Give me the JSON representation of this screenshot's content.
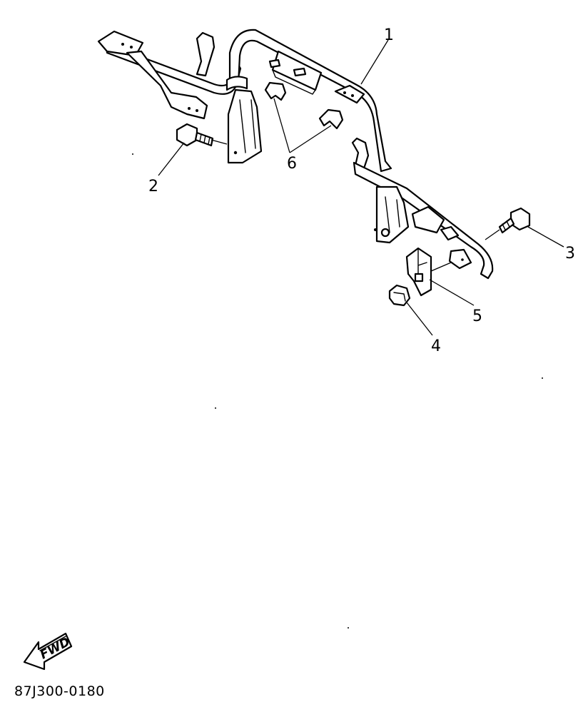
{
  "callouts": {
    "c1": "1",
    "c2": "2",
    "c3": "3",
    "c4": "4",
    "c5": "5",
    "c6": "6"
  },
  "fwd_label": "FWD",
  "figure_code": "87J300-0180",
  "colors": {
    "ink": "#000000",
    "paper": "#ffffff"
  }
}
